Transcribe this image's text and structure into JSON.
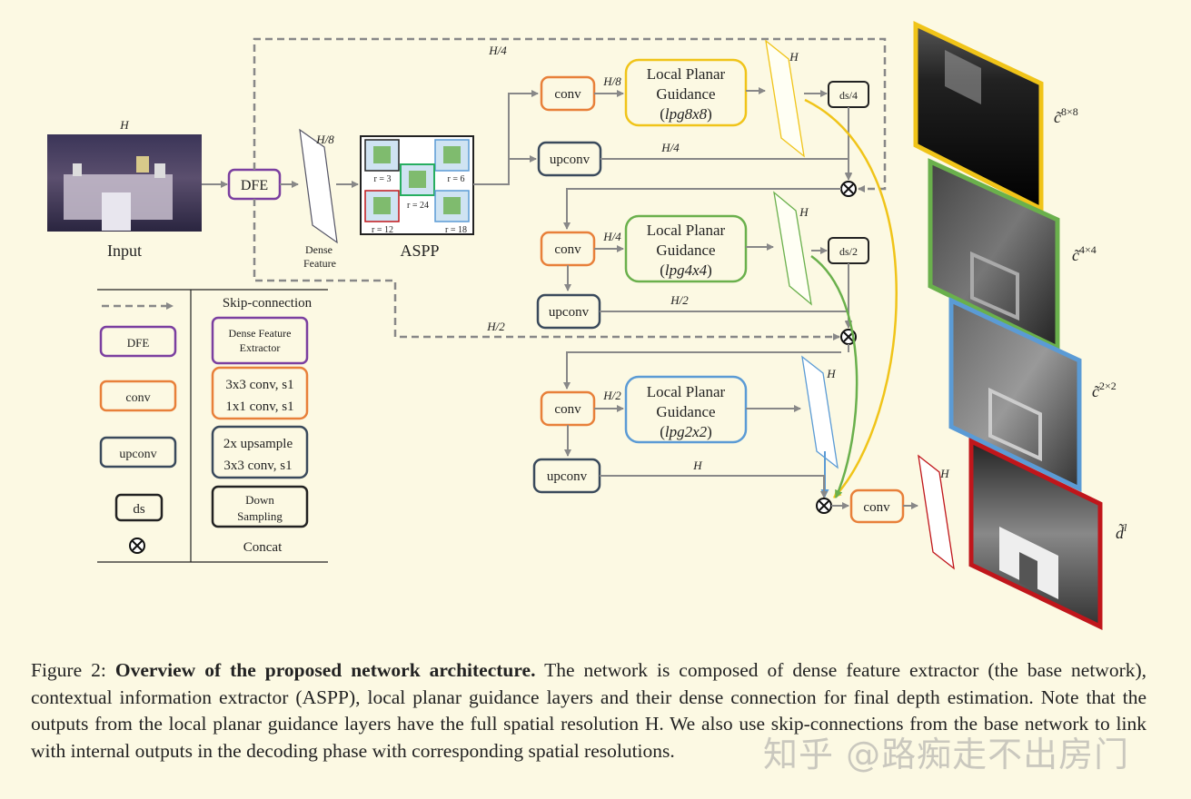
{
  "labels": {
    "input": "Input",
    "input_size": "H",
    "dfe": "DFE",
    "dense_feature": [
      "Dense",
      "Feature"
    ],
    "dense_size": "H/8",
    "aspp": "ASPP",
    "aspp_rates": [
      "r = 3",
      "r = 6",
      "r = 24",
      "r = 12",
      "r = 18"
    ],
    "skip_h4": "H/4",
    "skip_h2": "H/2",
    "conv": "conv",
    "upconv": "upconv",
    "ds4": "ds/4",
    "ds2": "ds/2",
    "lpg_title": [
      "Local Planar",
      "Guidance"
    ],
    "lpg8": "lpg8x8",
    "lpg4": "lpg4x4",
    "lpg2": "lpg2x2",
    "h8": "H/8",
    "h4": "H/4",
    "h2": "H/2",
    "h": "H",
    "out_c8": "8×8",
    "out_c4": "4×4",
    "out_c2": "2×2",
    "out_d": "l"
  },
  "legend": {
    "skip": "Skip-connection",
    "dfe_key": "DFE",
    "dfe_val": [
      "Dense Feature",
      "Extractor"
    ],
    "conv_key": "conv",
    "conv_val": [
      "3x3 conv, s1",
      "1x1 conv, s1"
    ],
    "upconv_key": "upconv",
    "upconv_val": [
      "2x upsample",
      "3x3 conv, s1"
    ],
    "ds_key": "ds",
    "ds_val": [
      "Down",
      "Sampling"
    ],
    "concat_val": "Concat"
  },
  "caption": {
    "prefix": "Figure 2:",
    "bold": "Overview of the proposed network architecture.",
    "body": "The network is composed of dense feature extractor (the base network), contextual information extractor (ASPP), local planar guidance layers and their dense connection for final depth estimation. Note that the outputs from the local planar guidance layers have the full spatial resolution H. We also use skip-connections from the base network to link with internal outputs in the decoding phase with corresponding spatial resolutions."
  },
  "watermark": "知乎 @路痴走不出房门",
  "colors": {
    "background": "#fcf9e3",
    "dfe": "#7b3fa0",
    "conv": "#e8803a",
    "upconv": "#3a4a5c",
    "ds": "#222222",
    "lpg8": "#f0c419",
    "lpg4": "#6ab04c",
    "lpg2": "#5b9bd5",
    "final": "#c0161b",
    "arrow": "#888888"
  }
}
